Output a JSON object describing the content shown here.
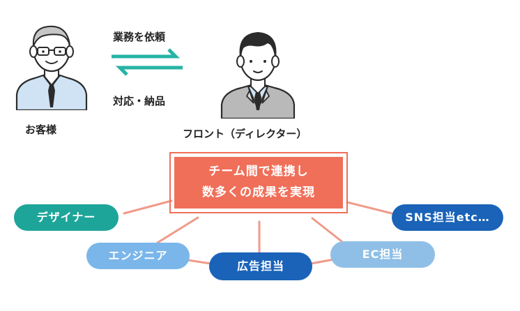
{
  "client": {
    "label": "お客様"
  },
  "front": {
    "label": "フロント（ディレクター）"
  },
  "arrows": {
    "top_label": "業務を依頼",
    "bottom_label": "対応・納品"
  },
  "center": {
    "line1": "チーム間で連携し",
    "line2": "数多くの成果を実現"
  },
  "roles": [
    {
      "label": "デザイナー",
      "color": "#1ea59a"
    },
    {
      "label": "エンジニア",
      "color": "#7ab6ea"
    },
    {
      "label": "広告担当",
      "color": "#1a63b8"
    },
    {
      "label": "EC担当",
      "color": "#8fbfe6"
    },
    {
      "label": "SNS担当etc…",
      "color": "#1a63b8"
    }
  ],
  "colors": {
    "arrow": "#27b3a6",
    "center_box": "#ef6f59",
    "connector": "#f09a88",
    "shirt": "#cfe3f5",
    "suit": "#b9b9b9"
  }
}
